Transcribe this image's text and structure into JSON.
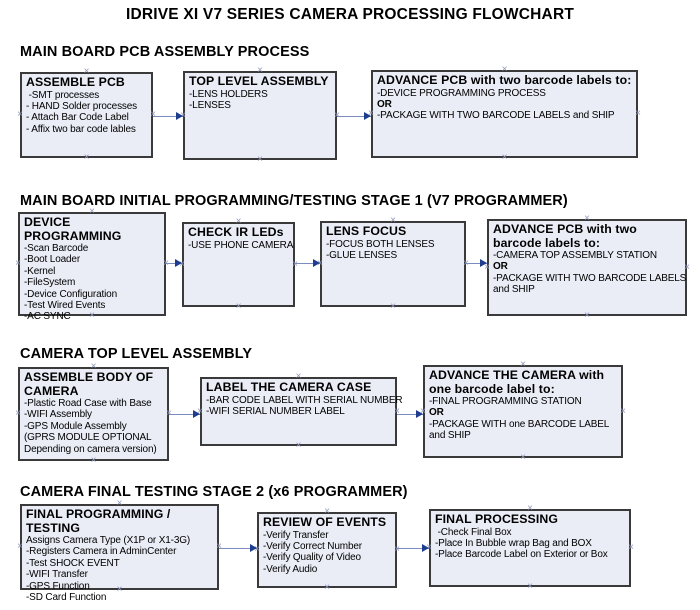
{
  "title": "IDRIVE XI V7 SERIES CAMERA PROCESSING FLOWCHART",
  "icons": {
    "connection_point": "×"
  },
  "colors": {
    "background": "#ffffff",
    "box_fill": "#eaedf6",
    "box_border": "#3a3a3a",
    "connector": "#7b8cc2",
    "arrow_head": "#1f3d8f",
    "marker": "#8e97ba",
    "text": "#000000"
  },
  "sections": [
    {
      "header": "MAIN BOARD PCB ASSEMBLY PROCESS",
      "boxes": [
        {
          "title": "ASSEMBLE PCB",
          "lines": [
            " -SMT processes",
            "- HAND Solder processes",
            "- Attach Bar Code Label",
            "- Affix two bar code lables"
          ]
        },
        {
          "title": "TOP LEVEL ASSEMBLY",
          "lines": [
            "-LENS HOLDERS",
            "-LENSES"
          ]
        },
        {
          "title": "ADVANCE PCB with two barcode labels to:",
          "lines": [
            "-DEVICE PROGRAMMING PROCESS",
            "OR",
            "-PACKAGE WITH TWO BARCODE LABELS and SHIP"
          ]
        }
      ]
    },
    {
      "header": "MAIN BOARD INITIAL PROGRAMMING/TESTING STAGE 1 (V7 PROGRAMMER)",
      "boxes": [
        {
          "title": "DEVICE PROGRAMMING",
          "lines": [
            "-Scan Barcode",
            "-Boot Loader",
            "-Kernel",
            "-FileSystem",
            "-Device Configuration",
            "-Test Wired Events",
            "-AC SYNC"
          ]
        },
        {
          "title": "CHECK IR LEDs",
          "lines": [
            "-USE PHONE CAMERA"
          ]
        },
        {
          "title": "LENS FOCUS",
          "lines": [
            "-FOCUS BOTH LENSES",
            "-GLUE LENSES"
          ]
        },
        {
          "title": "ADVANCE PCB with two barcode labels to:",
          "lines": [
            "-CAMERA TOP ASSEMBLY STATION",
            "OR",
            "-PACKAGE WITH TWO BARCODE LABELS",
            "and SHIP"
          ]
        }
      ]
    },
    {
      "header": "CAMERA TOP LEVEL ASSEMBLY",
      "boxes": [
        {
          "title": "ASSEMBLE BODY OF CAMERA",
          "lines": [
            "-Plastic Road Case with Base",
            "-WIFI Assembly",
            "-GPS Module Assembly",
            "(GPRS MODULE OPTIONAL",
            "Depending on camera version)"
          ]
        },
        {
          "title": "LABEL THE CAMERA CASE",
          "lines": [
            "-BAR CODE LABEL WITH SERIAL NUMBER",
            "-WIFI SERIAL NUMBER LABEL"
          ]
        },
        {
          "title": "ADVANCE THE CAMERA with one barcode label to:",
          "lines": [
            "-FINAL PROGRAMMING STATION",
            "OR",
            "-PACKAGE WITH one BARCODE LABEL",
            "and SHIP"
          ]
        }
      ]
    },
    {
      "header": "CAMERA FINAL TESTING STAGE 2 (x6 PROGRAMMER)",
      "boxes": [
        {
          "title": "FINAL PROGRAMMING / TESTING",
          "lines": [
            "Assigns Camera Type (X1P or X1-3G)",
            "-Registers Camera in AdminCenter",
            "-Test SHOCK EVENT",
            "-WIFI Transfer",
            "-GPS Function",
            "-SD Card Function"
          ]
        },
        {
          "title": "REVIEW OF EVENTS",
          "lines": [
            "-Verify Transfer",
            "-Verify Correct Number",
            "-Verify Quality of Video",
            "-Verify Audio"
          ]
        },
        {
          "title": "FINAL PROCESSING",
          "lines": [
            " -Check Final Box",
            "-Place In Bubble wrap Bag and BOX",
            "-Place Barcode Label on Exterior or Box"
          ]
        }
      ]
    }
  ]
}
